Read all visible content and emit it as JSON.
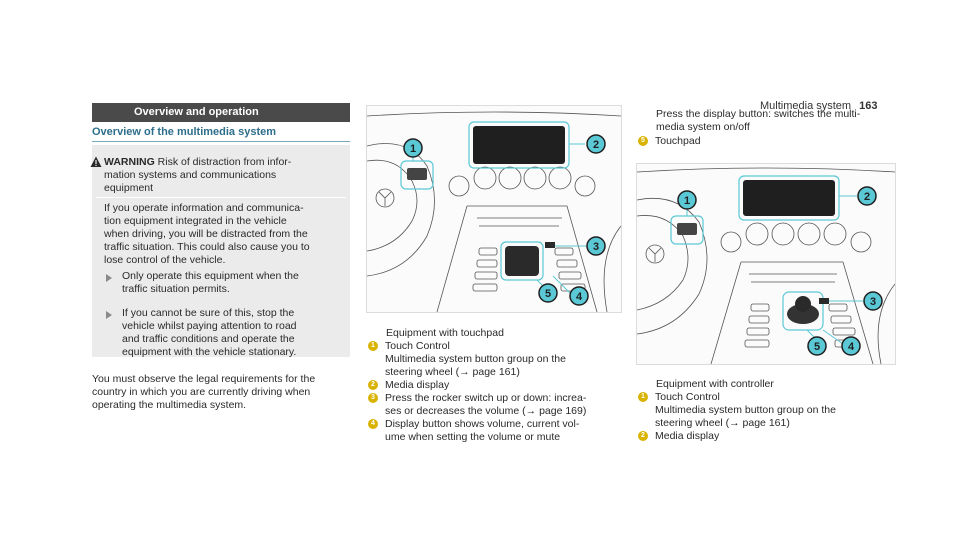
{
  "header": {
    "title": "Multimedia system",
    "page_number": "163"
  },
  "left": {
    "section_title": "Overview and operation",
    "subheading": "Overview of the multimedia system",
    "warning": {
      "label": "WARNING",
      "title_rest": "Risk of distraction from infor-",
      "title_line2": "mation systems and communications",
      "title_line3": "equipment",
      "body_lines": [
        "If you operate information and communica-",
        "tion equipment integrated in the vehicle",
        "when driving, you will be distracted from the",
        "traffic situation. This could also cause you to",
        "lose control of the vehicle."
      ],
      "bullets": [
        [
          "Only operate this equipment when the",
          "traffic situation permits."
        ],
        [
          "If you cannot be sure of this, stop the",
          "vehicle whilst paying attention to road",
          "and traffic conditions and operate the",
          "equipment with the vehicle stationary."
        ]
      ]
    },
    "para_lines": [
      "You must observe the legal requirements for the",
      "country in which you are currently driving when",
      "operating the multimedia system."
    ]
  },
  "middle": {
    "caption": "Equipment with touchpad",
    "items": [
      {
        "n": "1",
        "lines": [
          "Touch Control",
          "Multimedia system button group on the",
          "steering wheel (→ page 161)"
        ]
      },
      {
        "n": "2",
        "lines": [
          "Media display"
        ]
      },
      {
        "n": "3",
        "lines": [
          "Press the rocker switch up or down: increa-",
          "ses or decreases the volume (→ page 169)"
        ]
      },
      {
        "n": "4",
        "lines": [
          "Display button shows volume, current vol-",
          "ume when setting the volume or mute"
        ]
      }
    ]
  },
  "right": {
    "top_lines": [
      "Press the display button: switches the multi-",
      "media system on/off"
    ],
    "item5": {
      "n": "5",
      "lines": [
        "Touchpad"
      ]
    },
    "caption": "Equipment with controller",
    "items": [
      {
        "n": "1",
        "lines": [
          "Touch Control",
          "Multimedia system button group on the",
          "steering wheel (→ page 161)"
        ]
      },
      {
        "n": "2",
        "lines": [
          "Media display"
        ]
      }
    ]
  },
  "fig1_labels": [
    "1",
    "2",
    "3",
    "4",
    "5"
  ],
  "fig2_labels": [
    "1",
    "2",
    "3",
    "4",
    "5"
  ],
  "colors": {
    "accent": "#5bc8d6",
    "badge": "#d9b300",
    "section_bar": "#4a4a4a",
    "subheading": "#2d6e8a"
  }
}
